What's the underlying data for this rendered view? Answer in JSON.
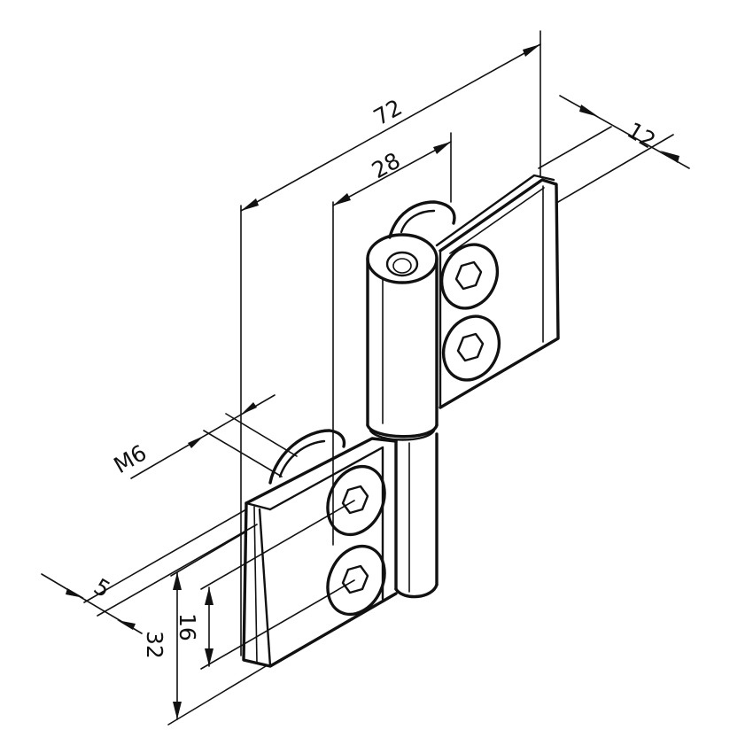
{
  "diagram": {
    "subject": "lift-off hinge, isometric view",
    "dimensions": {
      "overall_length": "72",
      "knuckle_offset": "28",
      "leaf_thickness_top": "12",
      "thread": "M6",
      "leaf_thickness_bottom": "5",
      "leaf_height": "32",
      "hole_spacing": "16"
    },
    "colors": {
      "ink": "#111111",
      "paper": "#ffffff"
    }
  }
}
